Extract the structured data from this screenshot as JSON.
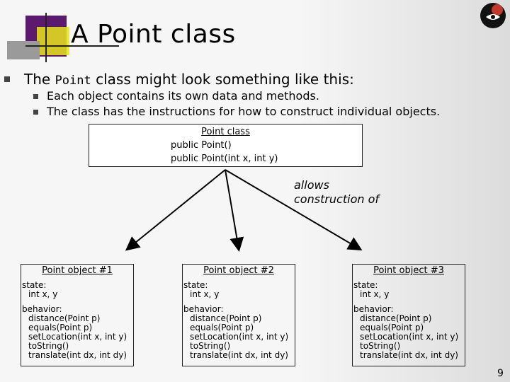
{
  "slide": {
    "title": "A Point class",
    "page_number": "9"
  },
  "bullets": {
    "main_prefix": "The ",
    "main_code": "Point",
    "main_suffix": " class might look something like this:",
    "sub": [
      "Each object contains its own data and methods.",
      "The class has the instructions for how to construct individual objects."
    ]
  },
  "class_box": {
    "heading": "Point class",
    "lines": [
      "public Point()",
      "public Point(int x, int y)"
    ]
  },
  "annotation": {
    "line1": "allows",
    "line2": "construction of"
  },
  "objects": [
    {
      "heading": "Point object #1",
      "state_label": "state:",
      "state_value": "int x, y",
      "behavior_label": "behavior:",
      "methods": [
        "distance(Point p)",
        "equals(Point p)",
        "setLocation(int x, int y)",
        "toString()",
        "translate(int dx, int dy)"
      ]
    },
    {
      "heading": "Point object #2",
      "state_label": "state:",
      "state_value": "int x, y",
      "behavior_label": "behavior:",
      "methods": [
        "distance(Point p)",
        "equals(Point p)",
        "setLocation(int x, int y)",
        "toString()",
        "translate(int dx, int dy)"
      ]
    },
    {
      "heading": "Point object #3",
      "state_label": "state:",
      "state_value": "int x, y",
      "behavior_label": "behavior:",
      "methods": [
        "distance(Point p)",
        "equals(Point p)",
        "setLocation(int x, int y)",
        "toString()",
        "translate(int dx, int dy)"
      ]
    }
  ]
}
